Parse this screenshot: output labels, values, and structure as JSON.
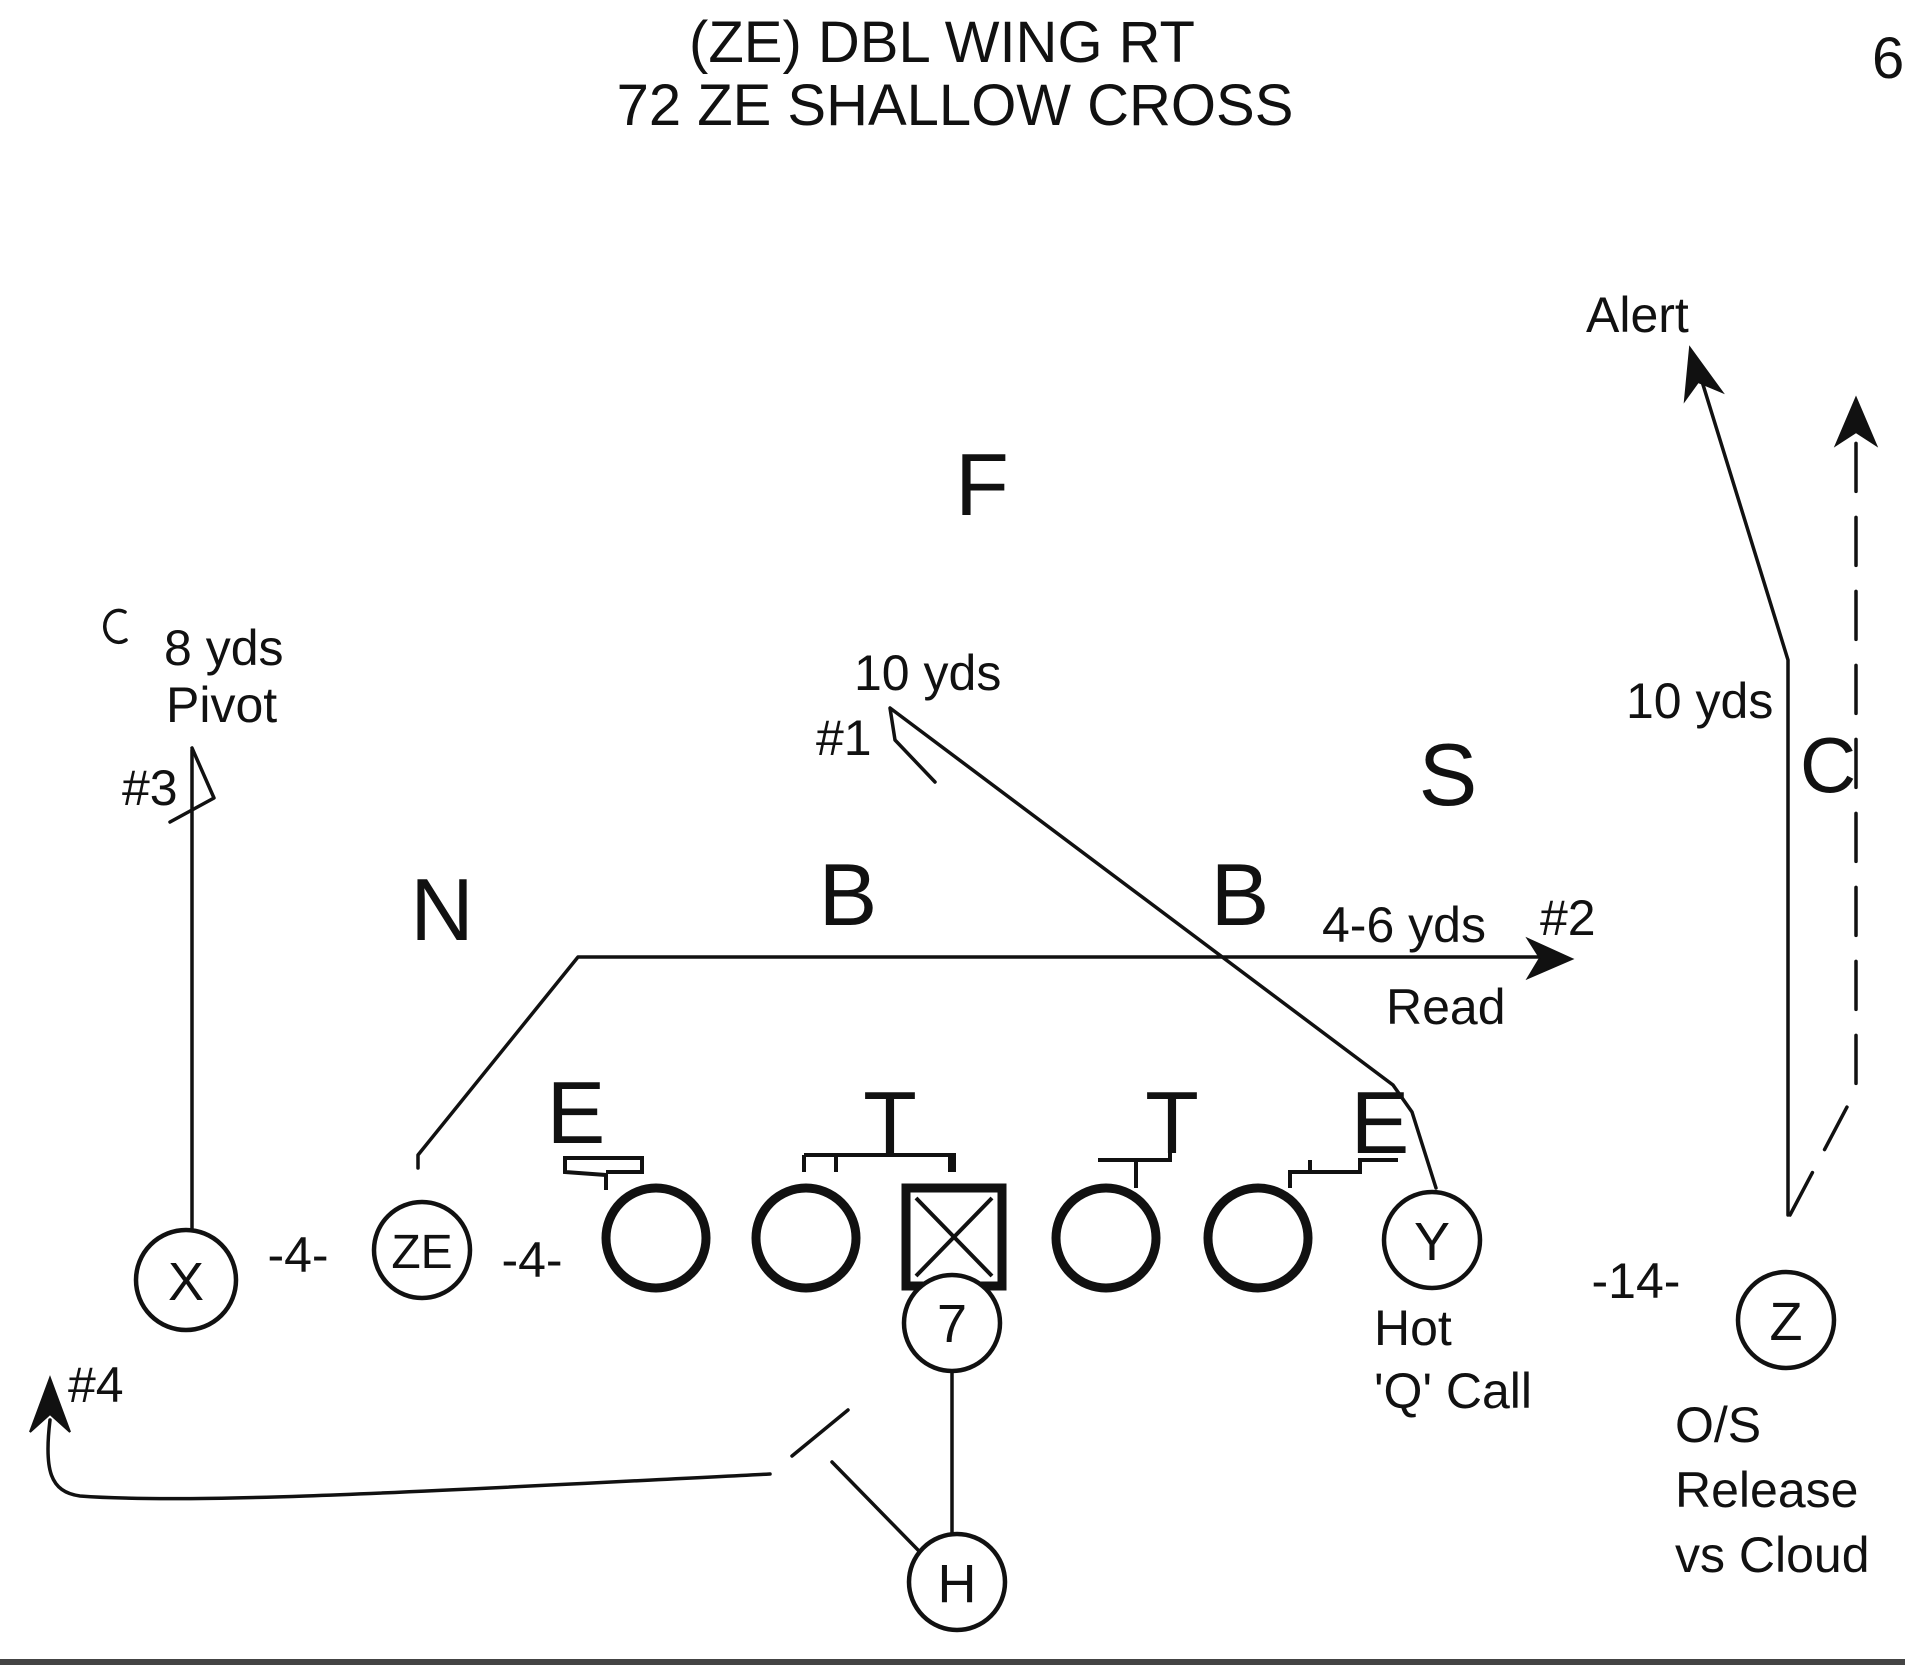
{
  "title": {
    "line1": "(ZE) DBL WING RT",
    "line2": "72 ZE SHALLOW CROSS",
    "page_number": "6"
  },
  "defense": {
    "free_safety": "F",
    "strong_safety": "S",
    "nickel": "N",
    "backer_left": "B",
    "backer_right": "B",
    "end_left": "E",
    "tackle_left": "T",
    "tackle_right": "T",
    "end_right": "E",
    "corner_left": "C",
    "corner_right": "C"
  },
  "offense": {
    "x": "X",
    "ze": "ZE",
    "y": "Y",
    "z": "Z",
    "qb": "7",
    "h": "H"
  },
  "splits": {
    "x_to_ze": "-4-",
    "ze_to_tackle": "-4-",
    "y_to_z": "-14-"
  },
  "annotations": {
    "x_route_depth": "8 yds",
    "x_route_type": "Pivot",
    "x_read": "#3",
    "post_depth": "10 yds",
    "post_read": "#1",
    "cross_depth": "4-6 yds",
    "cross_read": "#2",
    "cross_note": "Read",
    "z_depth": "10 yds",
    "z_alert": "Alert",
    "y_hot": "Hot",
    "y_call": "'Q' Call",
    "h_read": "#4",
    "z_note1": "O/S",
    "z_note2": "Release",
    "z_note3": "vs Cloud"
  }
}
